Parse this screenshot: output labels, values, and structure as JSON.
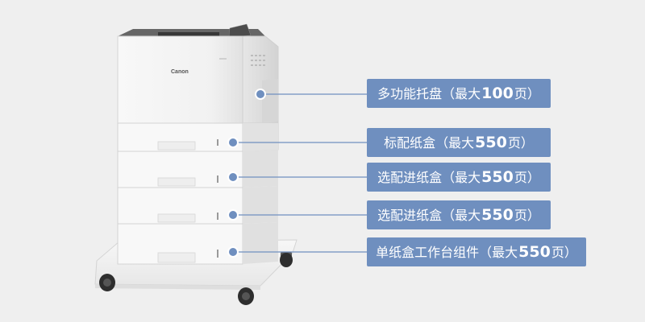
{
  "brand": {
    "logo_text": "Canon"
  },
  "colors": {
    "background": "#efefef",
    "callout_fill": "#6f8fbf",
    "callout_text": "#ffffff",
    "connector": "#6f8fbf",
    "printer_body": "#f3f3f3",
    "printer_outline": "#cfcfcf"
  },
  "callouts": [
    {
      "text_before": "多功能托盘（最大",
      "number": "100",
      "text_after": "页）"
    },
    {
      "text_before": "标配纸盒（最大",
      "number": "550",
      "text_after": "页）"
    },
    {
      "text_before": "选配进纸盒（最大",
      "number": "550",
      "text_after": "页）"
    },
    {
      "text_before": "选配进纸盒（最大",
      "number": "550",
      "text_after": "页）"
    },
    {
      "text_before": "单纸盒工作台组件（最大",
      "number": "550",
      "text_after": "页）"
    }
  ]
}
